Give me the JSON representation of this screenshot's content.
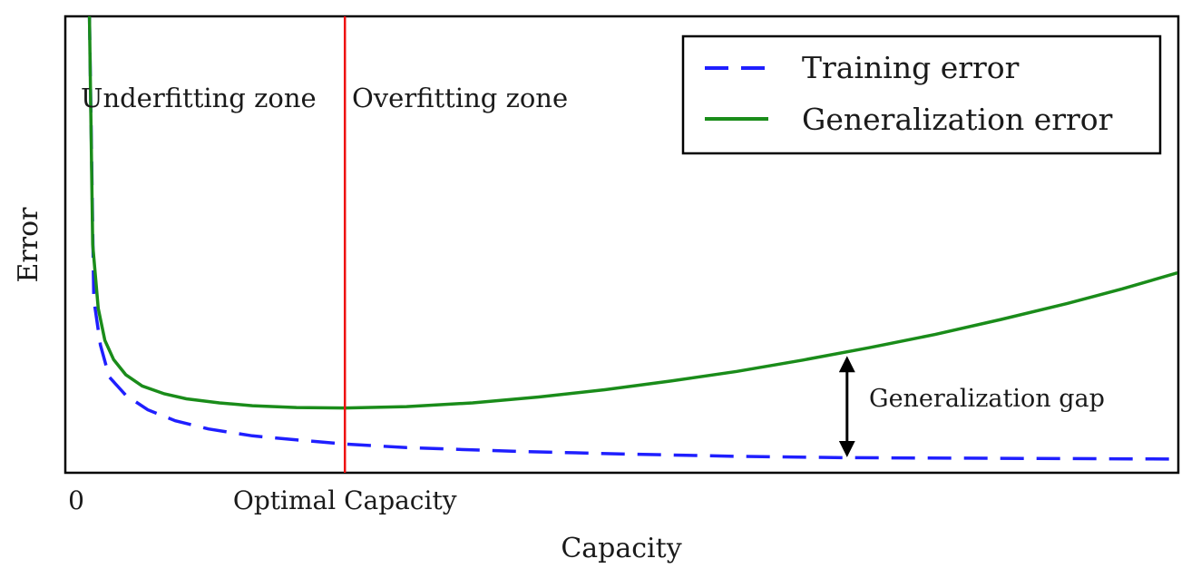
{
  "chart_data": {
    "type": "line",
    "xlabel": "Capacity",
    "ylabel": "Error",
    "xlim": [
      0,
      100
    ],
    "ylim": [
      0,
      100
    ],
    "grid": false,
    "legend_position": "top-right",
    "x_ticks": [
      {
        "value": 0,
        "label": "0"
      },
      {
        "value": 24.4,
        "label": "Optimal Capacity"
      }
    ],
    "series": [
      {
        "name": "Training error",
        "style": "dashed",
        "color": "#1f1fff",
        "x": [
          1.2,
          1.6,
          2.2,
          3.0,
          4.5,
          6.5,
          9.0,
          12.0,
          16.0,
          20.0,
          24.4,
          30.0,
          40.0,
          50.0,
          60.0,
          70.0,
          80.0,
          90.0,
          100.0
        ],
        "y": [
          100.0,
          38.0,
          28.0,
          21.0,
          17.0,
          13.8,
          11.4,
          9.6,
          8.1,
          7.2,
          6.3,
          5.5,
          4.7,
          4.1,
          3.6,
          3.3,
          3.2,
          3.1,
          3.0
        ]
      },
      {
        "name": "Generalization error",
        "style": "solid",
        "color": "#1a8c1a",
        "x": [
          1.2,
          1.5,
          2.0,
          2.6,
          3.4,
          4.5,
          6.0,
          8.0,
          10.0,
          13.0,
          16.0,
          20.0,
          24.4,
          30.0,
          36.0,
          42.0,
          48.0,
          54.0,
          60.0,
          66.0,
          72.0,
          78.0,
          84.0,
          90.0,
          95.0,
          100.0
        ],
        "y": [
          100.0,
          50.0,
          36.0,
          29.0,
          24.8,
          21.5,
          19.0,
          17.3,
          16.2,
          15.3,
          14.7,
          14.3,
          14.2,
          14.5,
          15.3,
          16.6,
          18.2,
          20.1,
          22.2,
          24.7,
          27.4,
          30.3,
          33.6,
          37.1,
          40.3,
          43.8
        ]
      }
    ],
    "vertical_line": {
      "x": 24.4,
      "color": "#ee1111"
    },
    "annotations": {
      "underfitting": "Underfitting zone",
      "overfitting": "Overfitting zone",
      "gap": "Generalization gap",
      "gap_x": 70.0,
      "gap_y_low": 5.2,
      "gap_y_high": 23.8
    }
  }
}
